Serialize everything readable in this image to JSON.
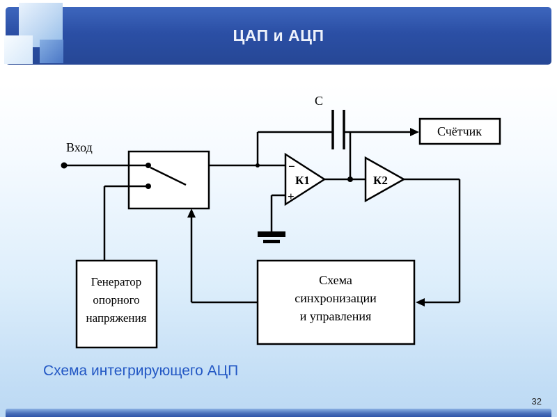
{
  "slide": {
    "title": "ЦАП и АЦП",
    "caption": "Схема интегрирующего АЦП",
    "page_number": "32"
  },
  "diagram": {
    "input_label": "Вход",
    "capacitor_label": "C",
    "counter_label": "Счётчик",
    "comparator1_label": "К1",
    "comparator2_label": "К2",
    "minus_sign": "−",
    "plus_sign": "+",
    "generator_lines": [
      "Генератор",
      "опорного",
      "напряжения"
    ],
    "control_lines": [
      "Схема",
      "синхронизации",
      "и управления"
    ]
  },
  "colors": {
    "header_blue": "#2b4fa5",
    "caption_blue": "#2257c4",
    "footer_blue": "#2f55a8",
    "diagram_line": "#000000",
    "background_bottom": "#bcd9f4"
  }
}
